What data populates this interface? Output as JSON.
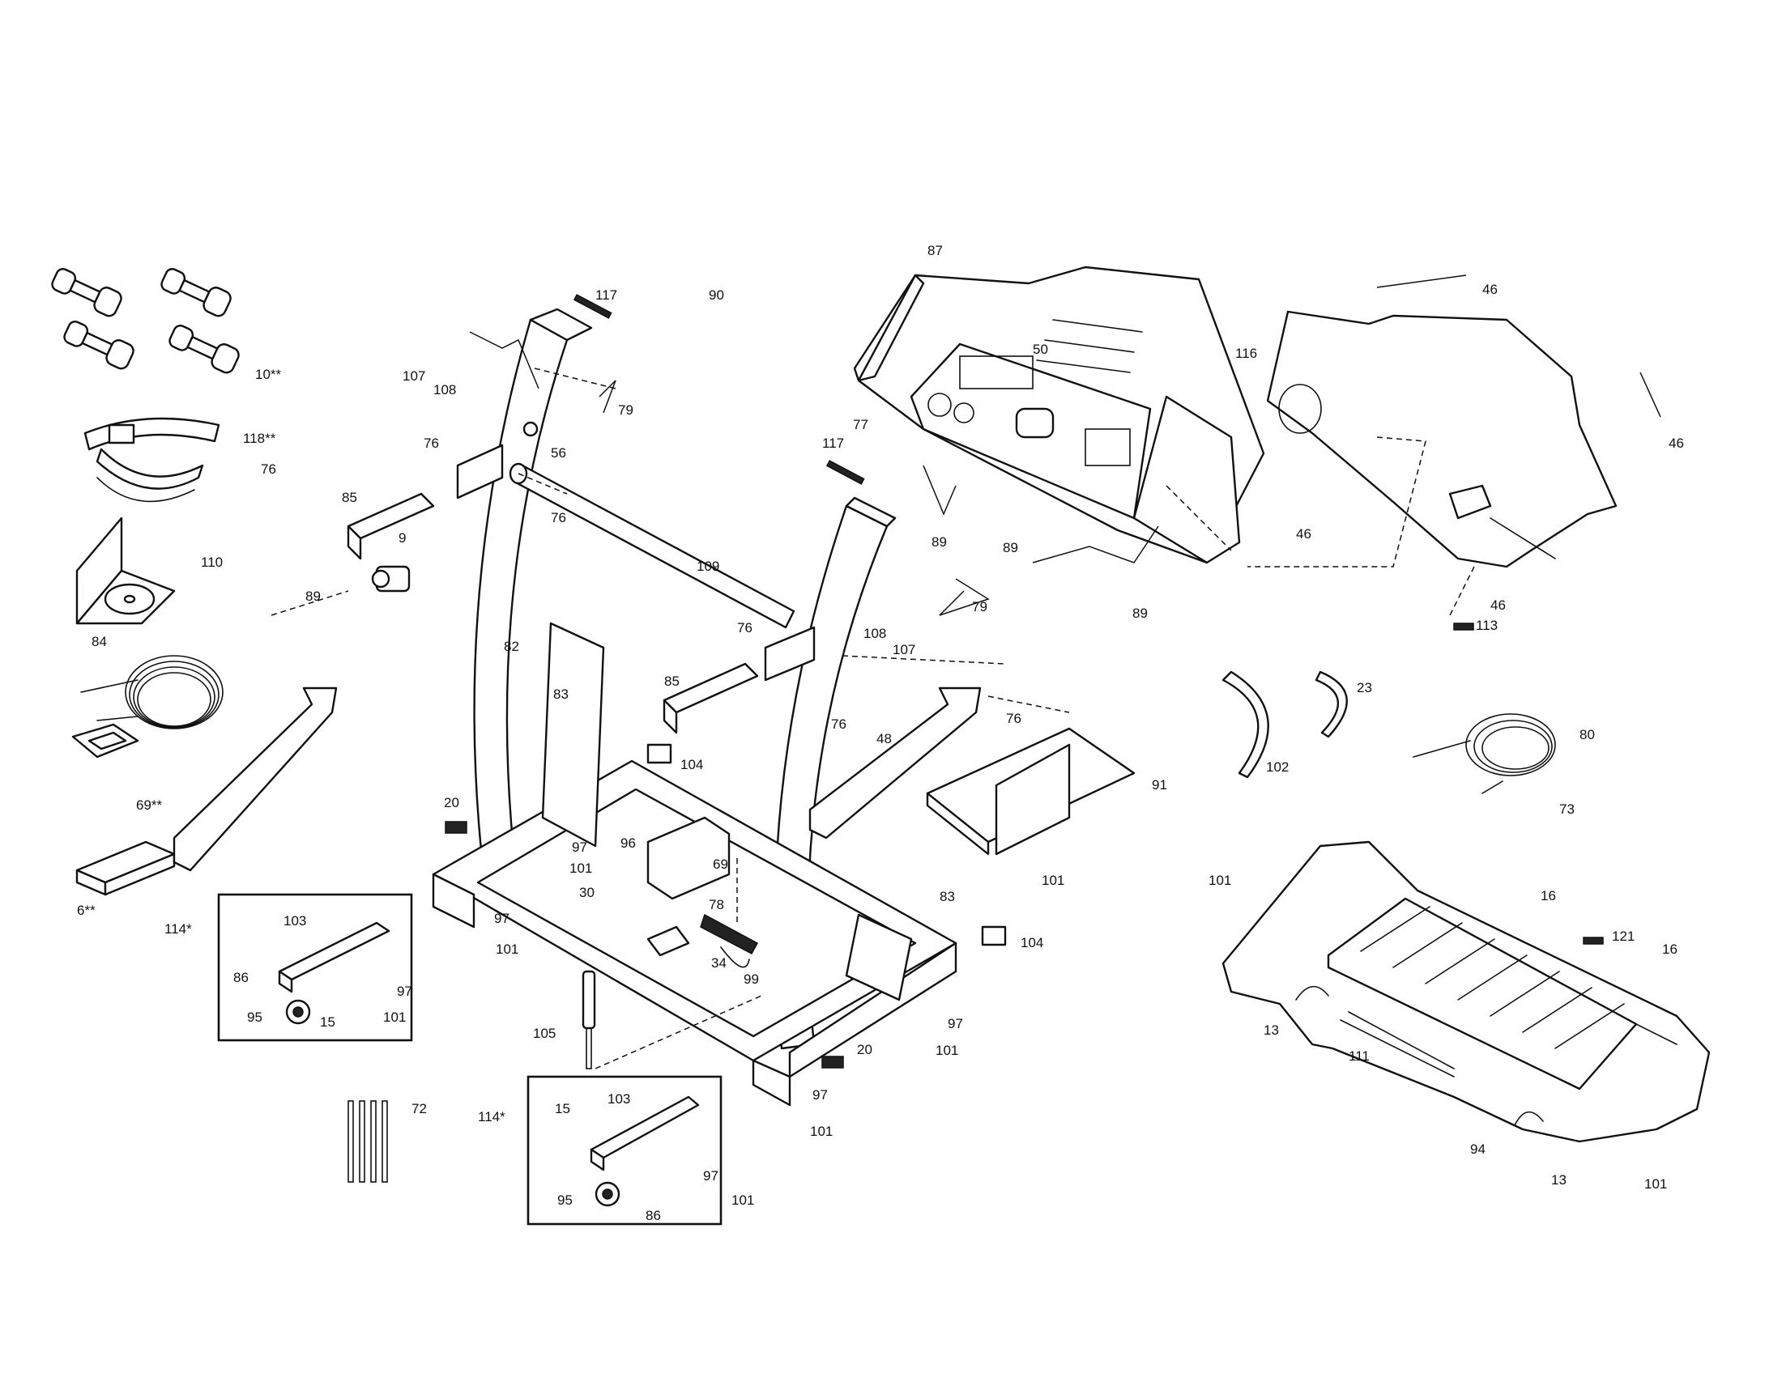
{
  "callouts": [
    {
      "id": "c-117a",
      "text": "117"
    },
    {
      "id": "c-90",
      "text": "90"
    },
    {
      "id": "c-87",
      "text": "87"
    },
    {
      "id": "c-46a",
      "text": "46"
    },
    {
      "id": "c-10",
      "text": "10**"
    },
    {
      "id": "c-107a",
      "text": "107"
    },
    {
      "id": "c-108a",
      "text": "108"
    },
    {
      "id": "c-79a",
      "text": "79"
    },
    {
      "id": "c-50",
      "text": "50"
    },
    {
      "id": "c-116",
      "text": "116"
    },
    {
      "id": "c-118",
      "text": "118**"
    },
    {
      "id": "c-76a",
      "text": "76"
    },
    {
      "id": "c-56",
      "text": "56"
    },
    {
      "id": "c-77",
      "text": "77"
    },
    {
      "id": "c-117b",
      "text": "117"
    },
    {
      "id": "c-46b",
      "text": "46"
    },
    {
      "id": "c-76b",
      "text": "76"
    },
    {
      "id": "c-85a",
      "text": "85"
    },
    {
      "id": "c-76c",
      "text": "76"
    },
    {
      "id": "c-89a",
      "text": "89"
    },
    {
      "id": "c-89b",
      "text": "89"
    },
    {
      "id": "c-46c",
      "text": "46"
    },
    {
      "id": "c-9",
      "text": "9"
    },
    {
      "id": "c-110",
      "text": "110"
    },
    {
      "id": "c-109",
      "text": "109"
    },
    {
      "id": "c-89c",
      "text": "89"
    },
    {
      "id": "c-79b",
      "text": "79"
    },
    {
      "id": "c-89d",
      "text": "89"
    },
    {
      "id": "c-46d",
      "text": "46"
    },
    {
      "id": "c-84",
      "text": "84"
    },
    {
      "id": "c-76d",
      "text": "76"
    },
    {
      "id": "c-108b",
      "text": "108"
    },
    {
      "id": "c-107b",
      "text": "107"
    },
    {
      "id": "c-113",
      "text": "113"
    },
    {
      "id": "c-82",
      "text": "82"
    },
    {
      "id": "c-85b",
      "text": "85"
    },
    {
      "id": "c-23",
      "text": "23"
    },
    {
      "id": "c-83a",
      "text": "83"
    },
    {
      "id": "c-76e",
      "text": "76"
    },
    {
      "id": "c-76f",
      "text": "76"
    },
    {
      "id": "c-80",
      "text": "80"
    },
    {
      "id": "c-104a",
      "text": "104"
    },
    {
      "id": "c-48",
      "text": "48"
    },
    {
      "id": "c-102",
      "text": "102"
    },
    {
      "id": "c-91",
      "text": "91"
    },
    {
      "id": "c-73",
      "text": "73"
    },
    {
      "id": "c-69a",
      "text": "69**"
    },
    {
      "id": "c-20a",
      "text": "20"
    },
    {
      "id": "c-97a",
      "text": "97"
    },
    {
      "id": "c-96",
      "text": "96"
    },
    {
      "id": "c-101a",
      "text": "101"
    },
    {
      "id": "c-69b",
      "text": "69"
    },
    {
      "id": "c-101b",
      "text": "101"
    },
    {
      "id": "c-101c",
      "text": "101"
    },
    {
      "id": "c-30",
      "text": "30"
    },
    {
      "id": "c-78",
      "text": "78"
    },
    {
      "id": "c-6",
      "text": "6**"
    },
    {
      "id": "c-83b",
      "text": "83"
    },
    {
      "id": "c-16a",
      "text": "16"
    },
    {
      "id": "c-114a",
      "text": "114*"
    },
    {
      "id": "c-103a",
      "text": "103"
    },
    {
      "id": "c-97b",
      "text": "97"
    },
    {
      "id": "c-101d",
      "text": "101"
    },
    {
      "id": "c-104b",
      "text": "104"
    },
    {
      "id": "c-121",
      "text": "121"
    },
    {
      "id": "c-86a",
      "text": "86"
    },
    {
      "id": "c-34",
      "text": "34"
    },
    {
      "id": "c-99",
      "text": "99"
    },
    {
      "id": "c-16b",
      "text": "16"
    },
    {
      "id": "c-97c",
      "text": "97"
    },
    {
      "id": "c-95a",
      "text": "95"
    },
    {
      "id": "c-15a",
      "text": "15"
    },
    {
      "id": "c-101e",
      "text": "101"
    },
    {
      "id": "c-13a",
      "text": "13"
    },
    {
      "id": "c-105",
      "text": "105"
    },
    {
      "id": "c-97d",
      "text": "97"
    },
    {
      "id": "c-101f",
      "text": "101"
    },
    {
      "id": "c-20b",
      "text": "20"
    },
    {
      "id": "c-111",
      "text": "111"
    },
    {
      "id": "c-72",
      "text": "72"
    },
    {
      "id": "c-114b",
      "text": "114*"
    },
    {
      "id": "c-15b",
      "text": "15"
    },
    {
      "id": "c-103b",
      "text": "103"
    },
    {
      "id": "c-97e",
      "text": "97"
    },
    {
      "id": "c-101g",
      "text": "101"
    },
    {
      "id": "c-94",
      "text": "94"
    },
    {
      "id": "c-97f",
      "text": "97"
    },
    {
      "id": "c-101h",
      "text": "101"
    },
    {
      "id": "c-95b",
      "text": "95"
    },
    {
      "id": "c-86b",
      "text": "86"
    },
    {
      "id": "c-13b",
      "text": "13"
    },
    {
      "id": "c-101i",
      "text": "101"
    }
  ]
}
